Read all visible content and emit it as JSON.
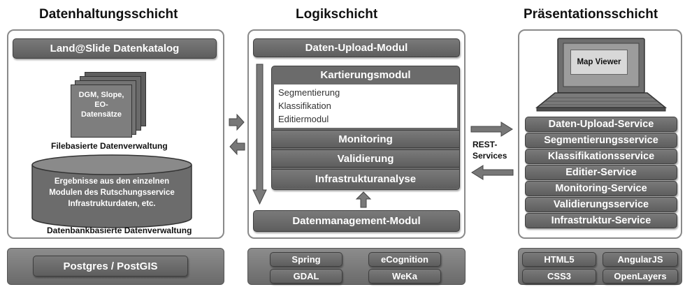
{
  "columns": {
    "data_layer": {
      "title": "Datenhaltungsschicht",
      "catalog": "Land@Slide Datenkatalog",
      "file_stack_lines": [
        "DGM, Slope,",
        "EO-",
        "Datensätze"
      ],
      "file_caption": "Filebasierte Datenverwaltung",
      "db_lines": [
        "Ergebnisse aus den einzelnen",
        "Modulen des Rutschungsservice",
        "Infrastrukturdaten, etc."
      ],
      "db_caption": "Datenbankbasierte Datenverwaltung"
    },
    "logic_layer": {
      "title": "Logikschicht",
      "upload_module": "Daten-Upload-Modul",
      "mapping_module": "Kartierungsmodul",
      "mapping_items": [
        "Segmentierung",
        "Klassifikation",
        "Editiermodul"
      ],
      "monitoring": "Monitoring",
      "validation": "Validierung",
      "infrastructure": "Infrastrukturanalyse",
      "data_management": "Datenmanagement-Modul"
    },
    "presentation_layer": {
      "title": "Präsentationsschicht",
      "map_viewer": "Map Viewer",
      "services": [
        "Daten-Upload-Service",
        "Segmentierungsservice",
        "Klassifikationsservice",
        "Editier-Service",
        "Monitoring-Service",
        "Validierungsservice",
        "Infrastruktur-Service"
      ]
    }
  },
  "connector": {
    "rest_label": "REST-\nServices"
  },
  "technologies": {
    "data": [
      "Postgres / PostGIS"
    ],
    "logic": [
      "Spring",
      "eCognition",
      "GDAL",
      "WeKa"
    ],
    "presentation": [
      "HTML5",
      "AngularJS",
      "CSS3",
      "OpenLayers"
    ]
  }
}
